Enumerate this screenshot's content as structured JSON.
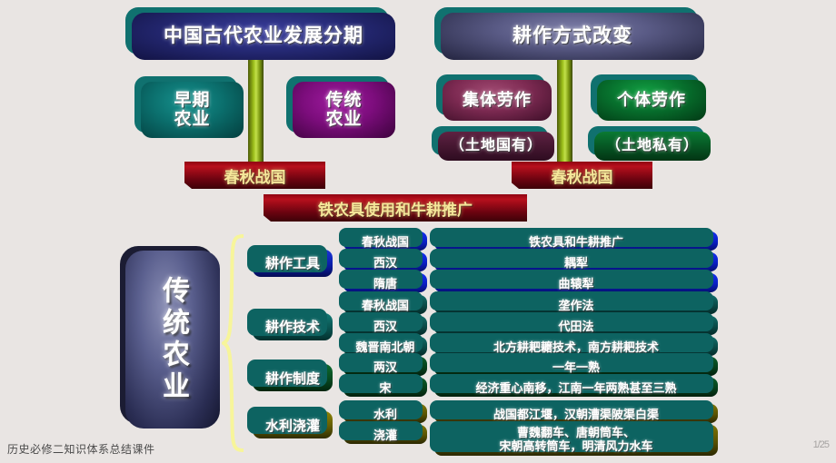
{
  "slide": {
    "background_color": "#e9e5e3",
    "footer": "历史必修二知识体系总结课件",
    "page_number": "1/25"
  },
  "top": {
    "title_left": "中国古代农业发展分期",
    "title_right": "耕作方式改变",
    "early_agriculture": "早期\n农业",
    "traditional_agriculture": "传统\n农业",
    "collective_labor": "集体劳作",
    "individual_labor": "个体劳作",
    "land_state_owned": "（土地国有）",
    "land_private_owned": "（土地私有）",
    "red_left": "春秋战国",
    "red_right": "春秋战国",
    "red_center": "铁农具使用和牛耕推广"
  },
  "left_panel": {
    "vertical_label": "传统农业"
  },
  "table": {
    "groups": [
      {
        "category": "耕作工具",
        "theme": "g-blue",
        "rows": [
          {
            "era": "春秋战国",
            "desc": "铁农具和牛耕推广"
          },
          {
            "era": "西汉",
            "desc": "耦犁"
          },
          {
            "era": "隋唐",
            "desc": "曲辕犁"
          }
        ]
      },
      {
        "category": "耕作技术",
        "theme": "g-teal",
        "rows": [
          {
            "era": "春秋战国",
            "desc": "垄作法"
          },
          {
            "era": "西汉",
            "desc": "代田法"
          },
          {
            "era": "魏晋南北朝",
            "desc": "北方耕耙耱技术，南方耕耙技术"
          }
        ]
      },
      {
        "category": "耕作制度",
        "theme": "g-green",
        "rows": [
          {
            "era": "两汉",
            "desc": "一年一熟"
          },
          {
            "era": "宋",
            "desc": "经济重心南移，江南一年两熟甚至三熟"
          }
        ]
      },
      {
        "category": "水利浇灌",
        "theme": "g-olive",
        "rows": [
          {
            "era": "水利",
            "desc": "战国都江堰，汉朝漕渠陂渠白渠"
          },
          {
            "era": "浇灌",
            "desc": "曹魏翻车、唐朝筒车、\n宋朝高转筒车，明清风力水车"
          }
        ]
      }
    ]
  }
}
